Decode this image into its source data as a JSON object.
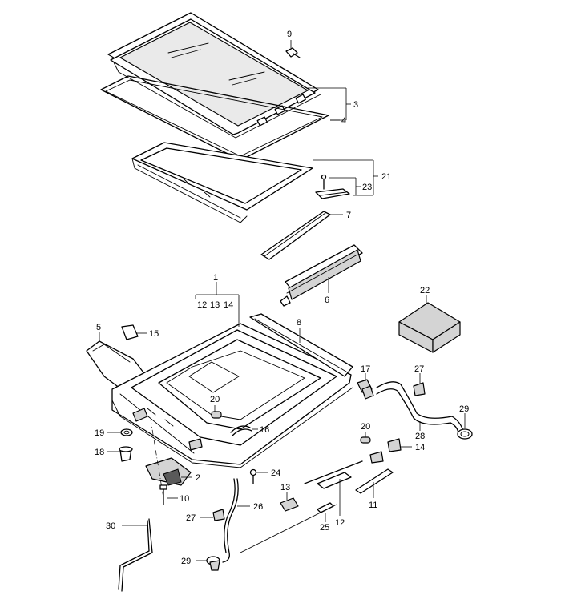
{
  "callouts": {
    "c1": "1",
    "c2": "2",
    "c3": "3",
    "c4": "4",
    "c5": "5",
    "c6": "6",
    "c7": "7",
    "c8": "8",
    "c9": "9",
    "c10": "10",
    "c11": "11",
    "c12": "12",
    "c12b": "12",
    "c13": "13",
    "c13b": "13",
    "c14": "14",
    "c14b": "14",
    "c15": "15",
    "c16": "16",
    "c17": "17",
    "c18": "18",
    "c19": "19",
    "c20": "20",
    "c20b": "20",
    "c21": "21",
    "c22": "22",
    "c23": "23",
    "c24": "24",
    "c25": "25",
    "c26": "26",
    "c27": "27",
    "c27b": "27",
    "c28": "28",
    "c29": "29",
    "c29b": "29",
    "c30": "30"
  }
}
